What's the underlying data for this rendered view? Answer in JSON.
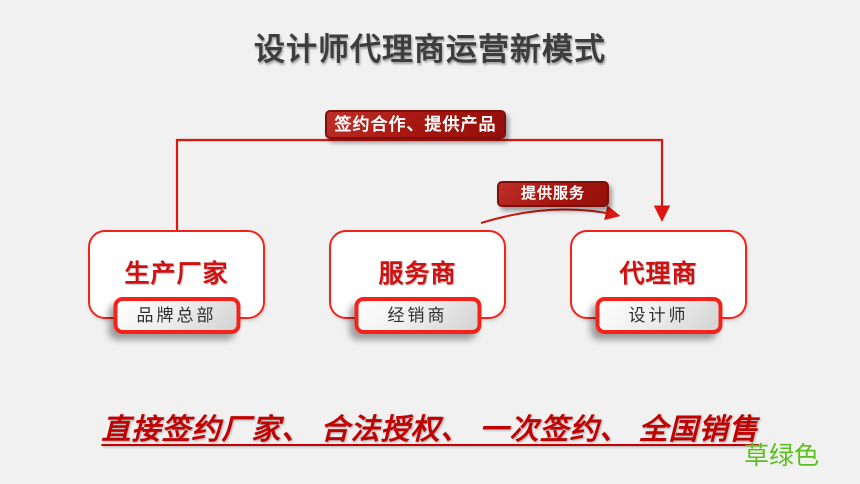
{
  "title": "设计师代理商运营新模式",
  "connectors": {
    "sign_label": "签约合作、提供产品",
    "service_label": "提供服务"
  },
  "nodes": [
    {
      "name": "生产厂家",
      "tag": "品牌总部"
    },
    {
      "name": "服务商",
      "tag": "经销商"
    },
    {
      "name": "代理商",
      "tag": "设计师"
    }
  ],
  "tagline": "直接签约厂家、 合法授权、 一次签约、 全国销售",
  "color_note": "草绿色",
  "colors": {
    "background": "#f1f1f1",
    "title_text": "#3d3d3d",
    "connector_red": "#dc1712",
    "node_border_red": "#f3231b",
    "node_text_red": "#cf1111",
    "label_fill_dark_red": "#a5150f",
    "label_border_red": "#7e100c",
    "tagline_red": "#c00302",
    "note_green": "#5bc01d"
  }
}
